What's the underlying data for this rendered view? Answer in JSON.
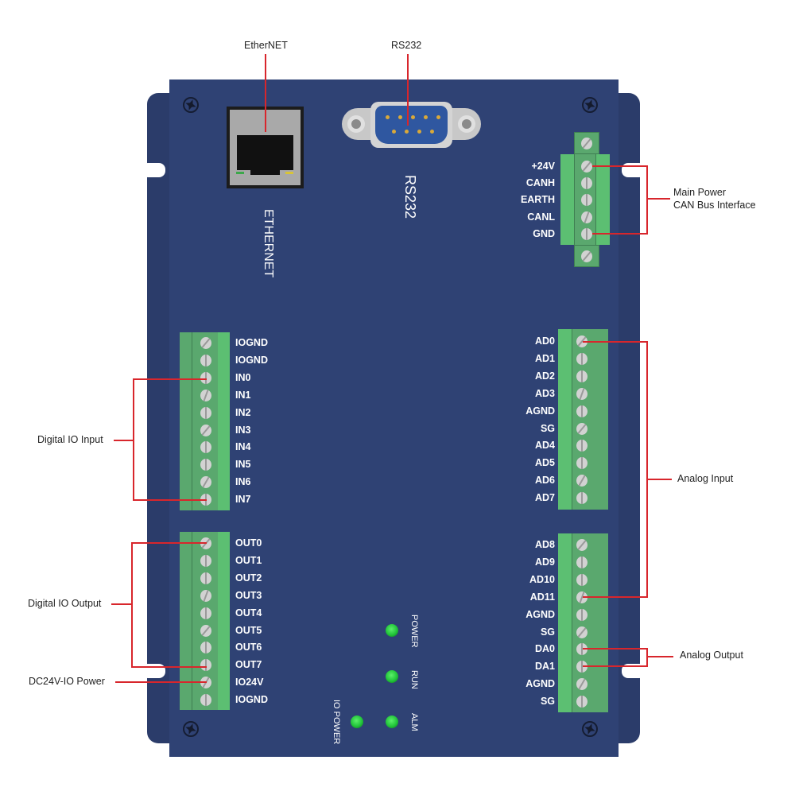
{
  "callouts": {
    "ethernet": "EtherNET",
    "rs232": "RS232",
    "main_power": [
      "Main Power",
      "CAN Bus Interface"
    ],
    "digital_input": "Digital IO Input",
    "digital_output": "Digital IO Output",
    "io_power": "DC24V-IO Power",
    "analog_input": "Analog Input",
    "analog_output": "Analog Output"
  },
  "panel_labels": {
    "ethernet": "ETHERNET",
    "rs232": "RS232"
  },
  "power_can_terminal": [
    "+24V",
    "CANH",
    "EARTH",
    "CANL",
    "GND"
  ],
  "digital_input_terminal": [
    "IOGND",
    "IOGND",
    "IN0",
    "IN1",
    "IN2",
    "IN3",
    "IN4",
    "IN5",
    "IN6",
    "IN7"
  ],
  "digital_output_terminal": [
    "OUT0",
    "OUT1",
    "OUT2",
    "OUT3",
    "OUT4",
    "OUT5",
    "OUT6",
    "OUT7",
    "IO24V",
    "IOGND"
  ],
  "analog_input_terminal_1": [
    "AD0",
    "AD1",
    "AD2",
    "AD3",
    "AGND",
    "SG",
    "AD4",
    "AD5",
    "AD6",
    "AD7"
  ],
  "analog_input_terminal_2": [
    "AD8",
    "AD9",
    "AD10",
    "AD11",
    "AGND",
    "SG",
    "DA0",
    "DA1",
    "AGND",
    "SG"
  ],
  "leds": {
    "power": "POWER",
    "run": "RUN",
    "alarm": "ALM",
    "io_power": "IO POWER"
  },
  "colors": {
    "board": "#2f4274",
    "terminal_green": "#5cbf72",
    "callout_line": "#d8262c",
    "led_green": "#21c43a"
  }
}
